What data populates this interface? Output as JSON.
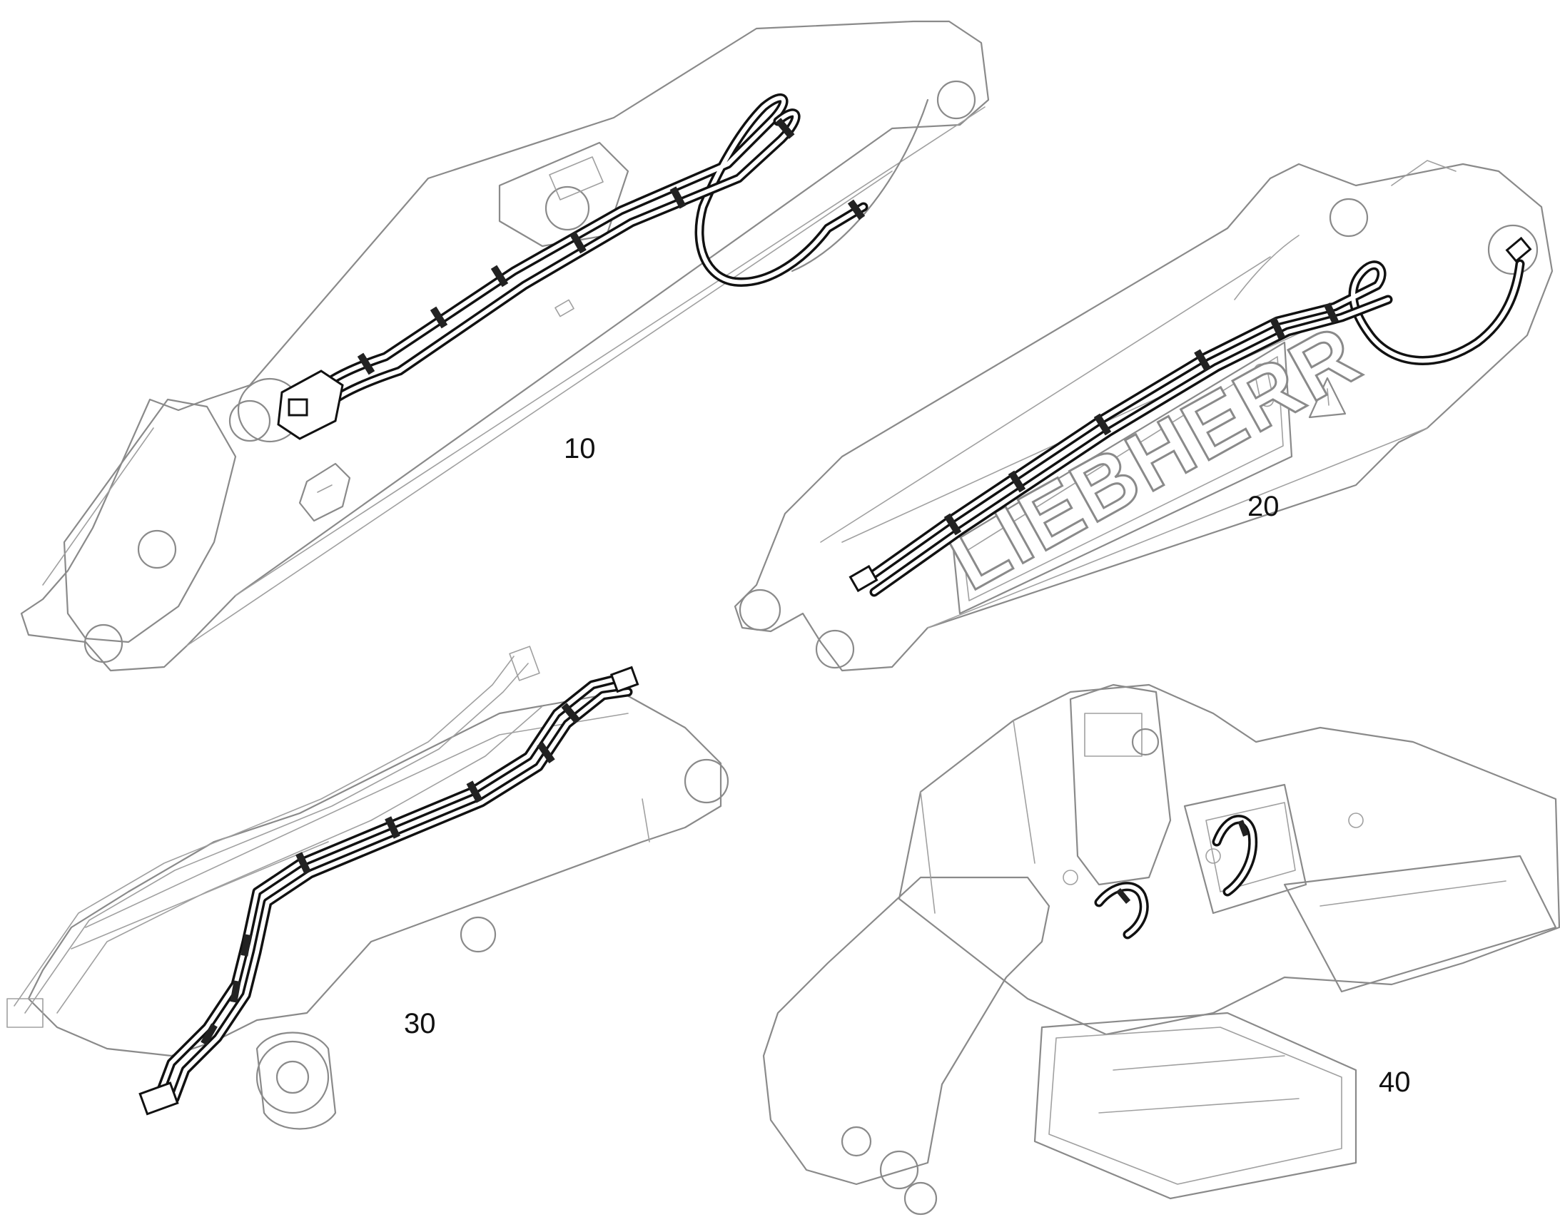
{
  "views": [
    {
      "id": "view-10",
      "label": "10"
    },
    {
      "id": "view-20",
      "label": "20",
      "brand": "LIEBHERR"
    },
    {
      "id": "view-30",
      "label": "30"
    },
    {
      "id": "view-40",
      "label": "40"
    }
  ],
  "colors": {
    "outline": "#8a8a8a",
    "hose": "#111111",
    "background": "#ffffff"
  }
}
